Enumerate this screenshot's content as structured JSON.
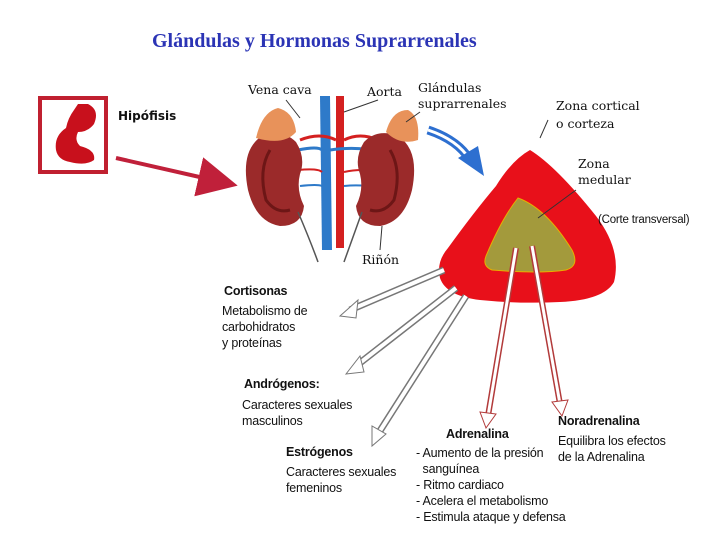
{
  "title": "Glándulas y Hormonas Suprarrenales",
  "labels": {
    "hipofisis": "Hipófisis",
    "vena_cava": "Vena cava",
    "aorta": "Aorta",
    "glandulas_1": "Glándulas",
    "glandulas_2": "suprarrenales",
    "rinon": "Riñón",
    "zona_cortical_1": "Zona cortical",
    "zona_cortical_2": "o corteza",
    "zona_medular_1": "Zona",
    "zona_medular_2": "medular",
    "corte": "(Corte transversal)"
  },
  "hormones": {
    "cortisonas": {
      "name": "Cortisonas",
      "lines": [
        "Metabolismo de",
        "carbohidratos",
        "y proteínas"
      ]
    },
    "androgenos": {
      "name": "Andrógenos:",
      "lines": [
        "Caracteres sexuales",
        "masculinos"
      ]
    },
    "estrogenos": {
      "name": "Estrógenos",
      "lines": [
        "Caracteres sexuales",
        "femeninos"
      ]
    },
    "adrenalina": {
      "name": "Adrenalina",
      "lines": [
        "- Aumento de la presión",
        "  sanguínea",
        "- Ritmo cardiaco",
        "- Acelera el metabolismo",
        "- Estimula ataque y defensa"
      ]
    },
    "noradrenalina": {
      "name": "Noradrenalina",
      "lines": [
        "Equilibra los efectos",
        "de la Adrenalina"
      ]
    }
  },
  "colors": {
    "title": "#2b34b5",
    "cortex": "#e8101a",
    "medulla": "#a39a3c",
    "kidney": "#9b2a2a",
    "gland": "#e8925a",
    "vein": "#2e7ac9",
    "artery": "#d42020",
    "blue_arrow": "#2d6fd0",
    "pituitary_arrow": "#c0203a"
  },
  "icons": {
    "pituitary": "pituitary-gland-icon",
    "kidneys": "kidneys-adrenal-illustration"
  }
}
